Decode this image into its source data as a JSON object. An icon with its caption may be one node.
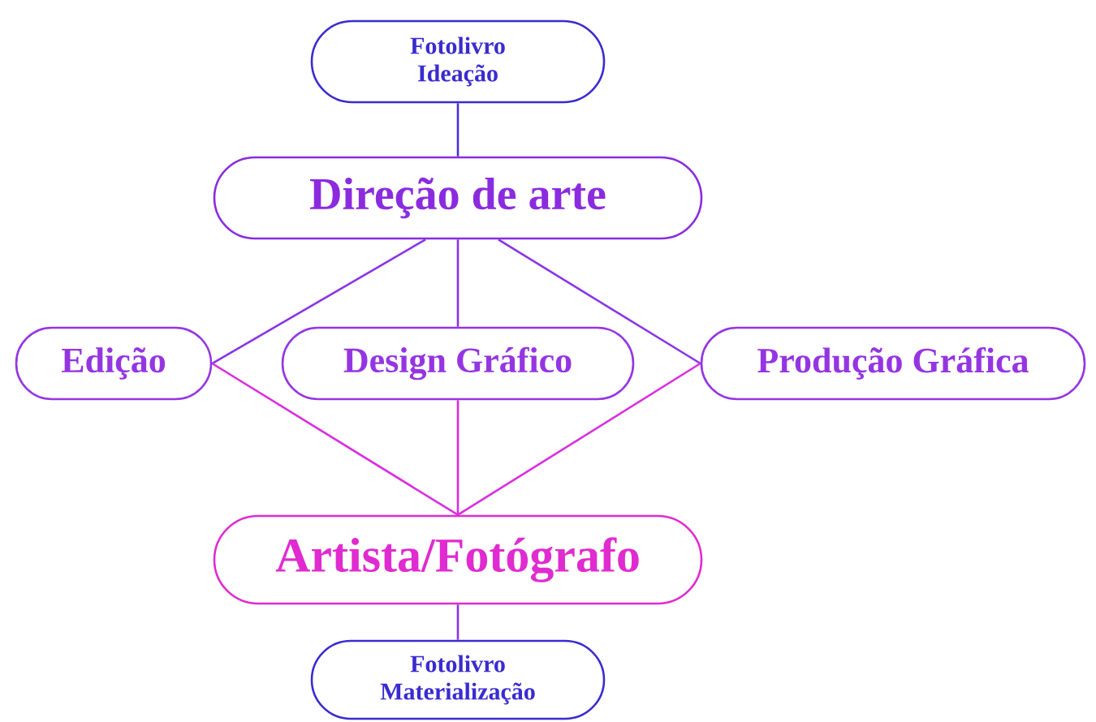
{
  "diagram": {
    "nodes": [
      {
        "text": [
          "Fotolivro Ideação"
        ]
      },
      {
        "text": [
          "Direção de arte"
        ]
      },
      {
        "text": [
          "Edição"
        ]
      },
      {
        "text": [
          "Design Gráfico"
        ]
      },
      {
        "text": [
          "Produção Gráfica"
        ]
      },
      {
        "text": [
          "Artista/Fotógrafo"
        ]
      },
      {
        "text": [
          "Fotolivro Materialização"
        ]
      }
    ],
    "edges": [
      {
        "from": 0,
        "to": 1,
        "arrow": "none",
        "color": "#4a2fd8"
      },
      {
        "from": 1,
        "to": 2,
        "arrow": "none",
        "color": "#8a34e6"
      },
      {
        "from": 1,
        "to": 3,
        "arrow": "none",
        "color": "#8a34e6"
      },
      {
        "from": 1,
        "to": 4,
        "arrow": "none",
        "color": "#8a34e6"
      },
      {
        "from": 2,
        "to": 5,
        "arrow": "none",
        "color": "#d92ee0"
      },
      {
        "from": 3,
        "to": 5,
        "arrow": "none",
        "color": "#d92ee0"
      },
      {
        "from": 4,
        "to": 5,
        "arrow": "none",
        "color": "#d92ee0"
      },
      {
        "from": 5,
        "to": 6,
        "arrow": "none",
        "color": "#8a34e6"
      }
    ]
  }
}
